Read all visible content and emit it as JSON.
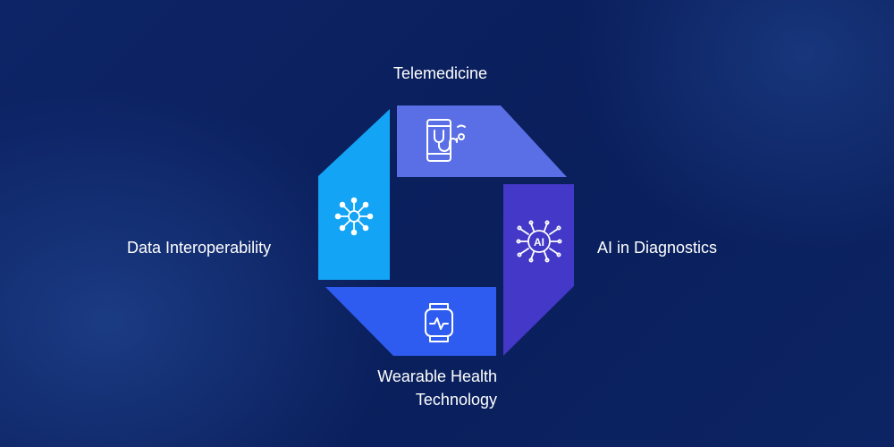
{
  "labels": {
    "top": "Telemedicine",
    "left": "Data Interoperability",
    "right": "AI in Diagnostics",
    "bottom_line1": "Wearable Health",
    "bottom_line2": "Technology"
  },
  "segments": [
    {
      "name": "telemedicine",
      "color": "#5a6fe6",
      "icon": "phone-stethoscope-icon"
    },
    {
      "name": "ai-diagnostics",
      "color": "#4338c8",
      "icon": "ai-chip-icon"
    },
    {
      "name": "wearable-health",
      "color": "#2f5cf0",
      "icon": "smartwatch-icon"
    },
    {
      "name": "data-interoperability",
      "color": "#13a4f5",
      "icon": "network-hub-icon"
    }
  ],
  "colors": {
    "background": "#0b2060",
    "text": "#ffffff"
  }
}
